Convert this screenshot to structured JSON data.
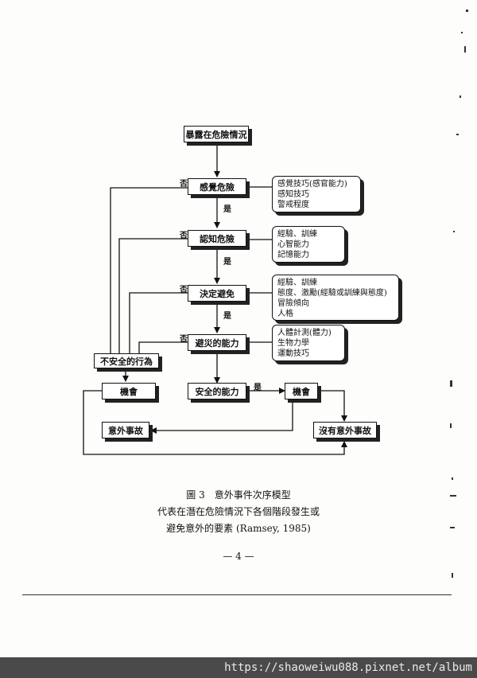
{
  "diagram": {
    "nodes": {
      "exposure": "暴露在危險情況",
      "perceive": "感覺危險",
      "recognize": "認知危險",
      "decide": "決定避免",
      "ability": "避災的能力",
      "unsafe": "不安全的行為",
      "chance_left": "機會",
      "safe": "安全的能力",
      "chance_right": "機會",
      "accident": "意外事故",
      "no_accident": "沒有意外事故"
    },
    "notes": {
      "perceive": [
        "感覺技巧(感官能力)",
        "感知技巧",
        "警戒程度"
      ],
      "recognize": [
        "經驗、訓練",
        "心智能力",
        "記憶能力"
      ],
      "decide": [
        "經驗、訓練",
        "態度、激勵(經驗或訓練與態度)",
        "冒險傾向",
        "人格"
      ],
      "ability": [
        "人體計測(體力)",
        "生物力學",
        "運動技巧"
      ]
    },
    "labels": {
      "yes": "是",
      "no": "否"
    }
  },
  "caption": {
    "line1": "圖 3　意外事件次序模型",
    "line2": "代表在潛在危險情況下各個階段發生或",
    "line3": "避免意外的要素 (Ramsey, 1985)"
  },
  "page_number": "— 4 —",
  "footer_url": "https://shaoweiwu088.pixnet.net/album"
}
